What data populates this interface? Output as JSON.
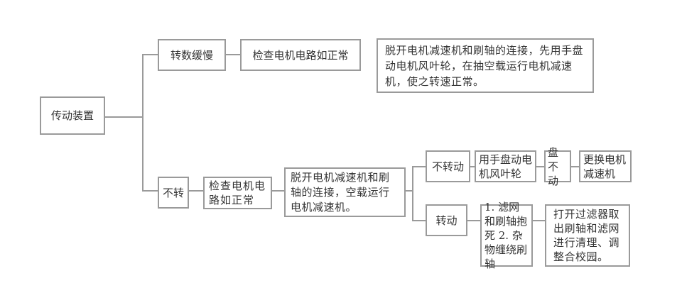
{
  "diagram": {
    "root": "传动装置",
    "branch_slow": {
      "label": "转数缓慢",
      "check": "检查电机电路如正常",
      "action": "脱开电机减速机和刷轴的连接，先用手盘动电机风叶轮，在抽空载运行电机减速机，使之转速正常。"
    },
    "branch_stop": {
      "label": "不转",
      "check": "检查电机电路如正常",
      "action": "脱开电机减速机和刷轴的连接，空载运行电机减速机。",
      "no_rotate": {
        "label": "不转动",
        "step": "用手盘动电机风叶轮",
        "result": "盘不动",
        "fix": "更换电机减速机"
      },
      "rotate": {
        "label": "转动",
        "cause": "1. 滤网和刷轴抱死 2. 杂物缠绕刷轴",
        "fix": "打开过滤器取出刷轴和滤网进行清理、调整合校园。"
      }
    }
  }
}
